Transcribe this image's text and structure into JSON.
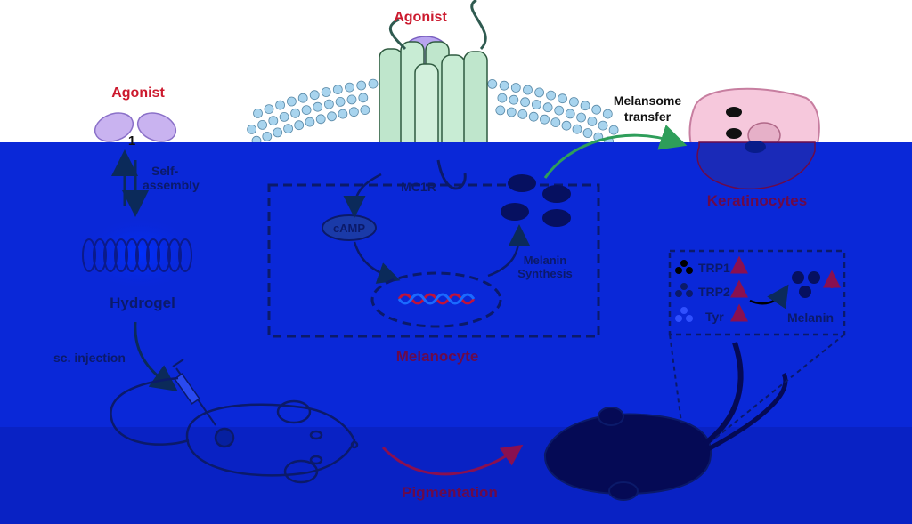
{
  "labels": {
    "agonist_left": "Agonist",
    "compound_number": "1",
    "self_assembly_line1": "Self-",
    "self_assembly_line2": "assembly",
    "hydrogel": "Hydrogel",
    "sc_injection": "sc. injection",
    "agonist_top": "Agonist",
    "mc1r": "MC1R",
    "camp": "cAMP",
    "melanin_synthesis_line1": "Melanin",
    "melanin_synthesis_line2": "Synthesis",
    "melanocyte": "Melanocyte",
    "melanosome_transfer_line1": "Melansome",
    "melanosome_transfer_line2": "transfer",
    "keratinocytes": "Keratinocytes",
    "trp1": "TRP1",
    "trp2": "TRP2",
    "tyr": "Tyr",
    "melanin": "Melanin",
    "pigmentation": "Pigmentation"
  },
  "colors": {
    "agonist_red": "#cc1a2e",
    "overlay_blue": "#0a28d8",
    "dark_label": "#0b1a6a",
    "maroon_label": "#6a0a4a",
    "receptor_green": "#bfe6cc",
    "lipid_head": "#a8d4ee",
    "keratinocyte_pink": "#f6c8dc"
  }
}
